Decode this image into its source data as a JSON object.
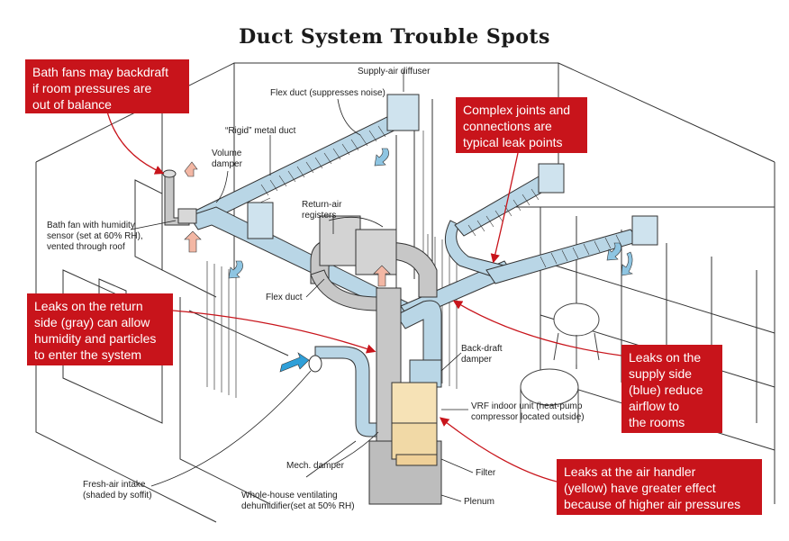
{
  "title": "Duct System Trouble Spots",
  "colors": {
    "callout_red": "#c8141b",
    "supply_duct_blue": "#b9d6e6",
    "return_duct_gray": "#c7c7c7",
    "air_handler_yellow": "#f6e2b6",
    "airflow_salmon": "#f3b7a4"
  },
  "callouts": {
    "bath_fan": "Bath fans may backdraft\nif room pressures are\nout of balance",
    "complex_joints": "Complex joints and\nconnections are\ntypical leak points",
    "return_side": "Leaks on the return\nside (gray) can allow\nhumidity and particles\nto enter the system",
    "supply_side": "Leaks on the\nsupply side\n(blue) reduce\nairflow to\nthe rooms",
    "air_handler": "Leaks at the air handler\n(yellow) have greater effect\nbecause of higher air pressures"
  },
  "labels": {
    "supply_air_diffuser": "Supply-air diffuser",
    "flex_duct_noise": "Flex duct (suppresses noise)",
    "rigid_duct": "“Rigid” metal duct",
    "volume_damper": "Volume\ndamper",
    "return_air_registers": "Return-air\nregisters",
    "bath_fan_sensor": "Bath fan with humidity\nsensor (set at 60% RH),\nvented through roof",
    "flex_duct": "Flex duct",
    "back_draft_damper": "Back-draft\ndamper",
    "vrf_unit": "VRF indoor unit (heat-pump\ncompressor located outside)",
    "mech_damper": "Mech. damper",
    "filter": "Filter",
    "plenum": "Plenum",
    "fresh_air_intake": "Fresh-air intake\n(shaded by soffit)",
    "dehumidifier": "Whole-house ventilating\ndehumidifier(set at 50% RH)"
  }
}
